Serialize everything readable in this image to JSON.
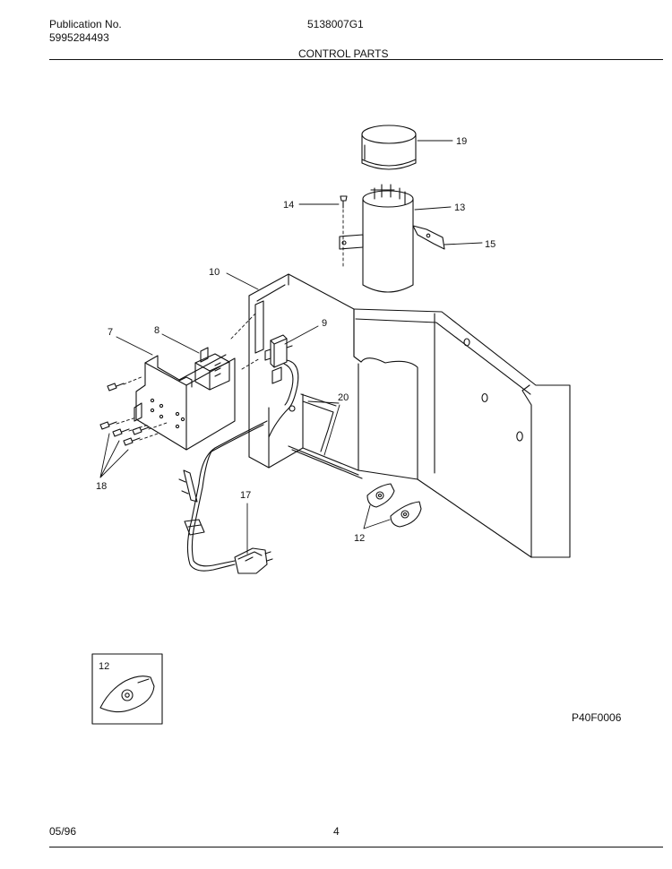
{
  "header": {
    "publication_label": "Publication No.",
    "publication_number": "5995284493",
    "model_number": "5138007G1",
    "section_title": "CONTROL PARTS"
  },
  "callouts": {
    "c19": "19",
    "c14": "14",
    "c13": "13",
    "c15": "15",
    "c10": "10",
    "c9": "9",
    "c7": "7",
    "c8": "8",
    "c20": "20",
    "c18": "18",
    "c17": "17",
    "c12": "12",
    "inset_12": "12"
  },
  "figure_code": "P40F0006",
  "footer": {
    "date": "05/96",
    "page_number": "4"
  }
}
